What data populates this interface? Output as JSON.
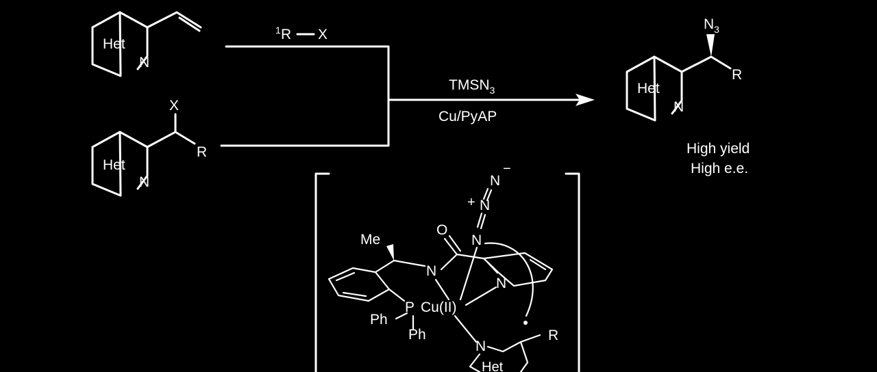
{
  "reactants": {
    "top": {
      "ring_label": "Het",
      "n_label": "N"
    },
    "bottom": {
      "ring_label": "Het",
      "n_label": "N",
      "x_label": "X",
      "r_label": "R"
    }
  },
  "reagent_top": {
    "superscript": "1",
    "r": "R",
    "x": "X"
  },
  "arrow": {
    "reagent1_main": "TMSN",
    "reagent1_sub": "3",
    "reagent2": "Cu/PyAP"
  },
  "product": {
    "ring_label": "Het",
    "n_label": "N",
    "n3_main": "N",
    "n3_sub": "3",
    "r_label": "R"
  },
  "outcome": {
    "line1": "High yield",
    "line2": "High e.e."
  },
  "intermediate": {
    "n_minus": "N",
    "minus": "−",
    "n_plus": "N",
    "plus": "+",
    "n_bound": "N",
    "o_label": "O",
    "me_label": "Me",
    "amide_n": "N",
    "pyridine_n": "N",
    "p_label": "P",
    "cu_label": "Cu(II)",
    "ph1": "Ph",
    "ph2": "Ph",
    "amine_n": "N",
    "r_label": "R",
    "het_label": "Het"
  }
}
